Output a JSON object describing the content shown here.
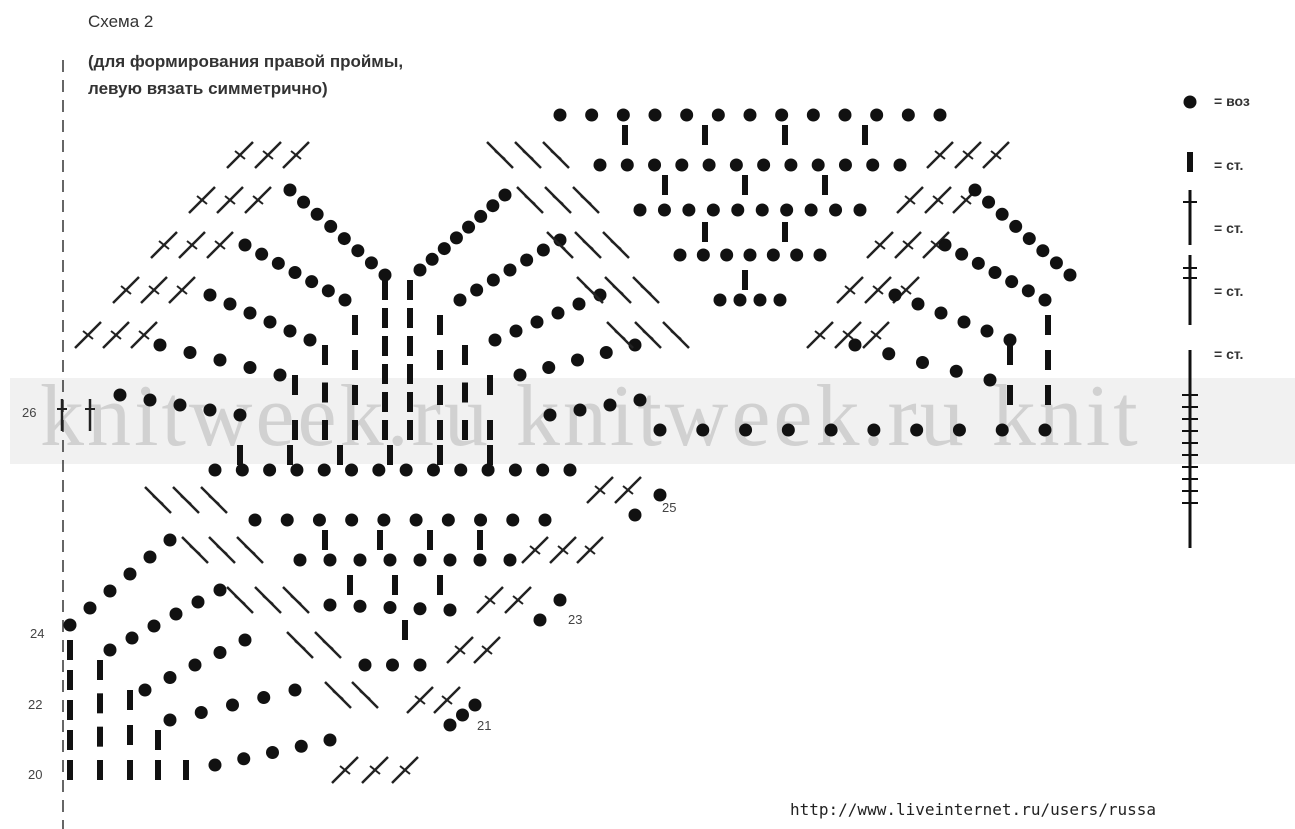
{
  "title": "Схема 2",
  "subtitle": "(для формирования правой проймы,\nлевую вязать симметрично)",
  "row_labels": [
    "26",
    "25",
    "24",
    "23",
    "22",
    "21",
    "20"
  ],
  "legend": [
    {
      "symbol": "dot-icon",
      "text": "= воз"
    },
    {
      "symbol": "bar-icon",
      "text": "= ст. "
    },
    {
      "symbol": "single-cross-icon",
      "text": "= ст. "
    },
    {
      "symbol": "double-cross-icon",
      "text": "= ст. "
    },
    {
      "symbol": "multi-cross-icon",
      "text": "= ст. "
    }
  ],
  "watermark": "knitweek.ru  knitweek.ru  knit",
  "source_url": "http://www.liveinternet.ru/users/russa"
}
